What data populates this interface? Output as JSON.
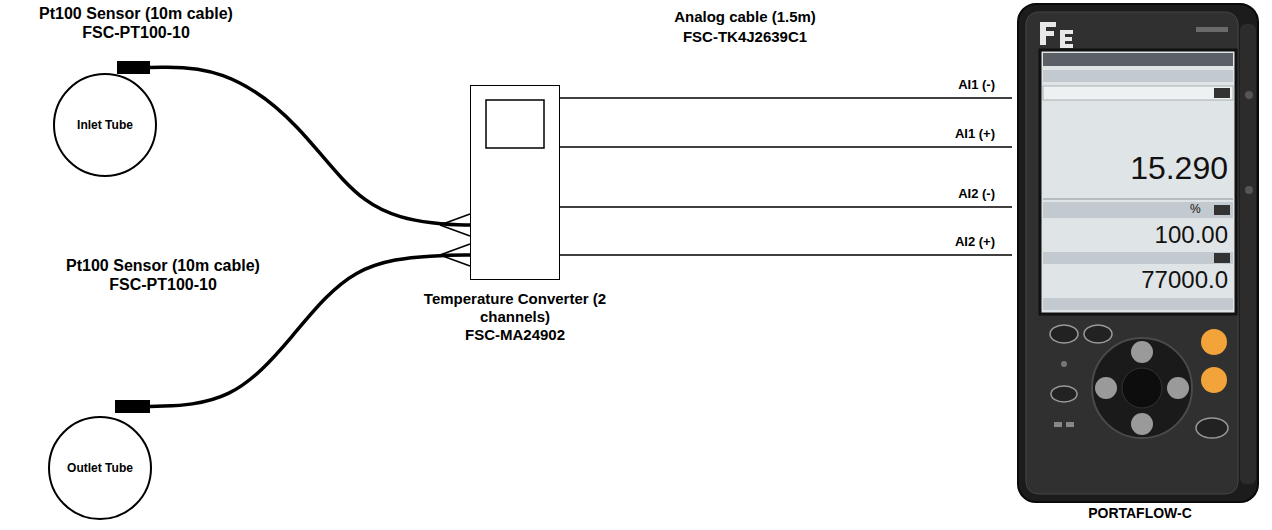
{
  "diagram": {
    "nodes": [
      {
        "text": [
          "Pt100 Sensor (10m cable)",
          "FSC-PT100-10"
        ]
      },
      {
        "text": [
          "Inlet Tube"
        ]
      },
      {
        "text": [
          "Pt100 Sensor (10m cable)",
          "FSC-PT100-10"
        ]
      },
      {
        "text": [
          "Outlet Tube"
        ]
      },
      {
        "text": [
          "Temperature Converter (2 channels)",
          "FSC-MA24902"
        ]
      },
      {
        "text": [
          "PORTAFLOW-C"
        ]
      }
    ],
    "edges": [
      {
        "from": 0,
        "to": 4,
        "arrow": "none"
      },
      {
        "from": 2,
        "to": 4,
        "arrow": "none"
      },
      {
        "from": 4,
        "to": 5,
        "label": "AI1 (-)",
        "arrow": "none"
      },
      {
        "from": 4,
        "to": 5,
        "label": "AI1 (+)",
        "arrow": "none"
      },
      {
        "from": 4,
        "to": 5,
        "label": "AI2 (-)",
        "arrow": "none"
      },
      {
        "from": 4,
        "to": 5,
        "label": "AI2 (+)",
        "arrow": "none"
      }
    ],
    "labels": [
      "Analog cable (1.5m)",
      "FSC-TK4J2639C1",
      "15.290",
      "%",
      "100.00",
      "77000.0"
    ]
  }
}
